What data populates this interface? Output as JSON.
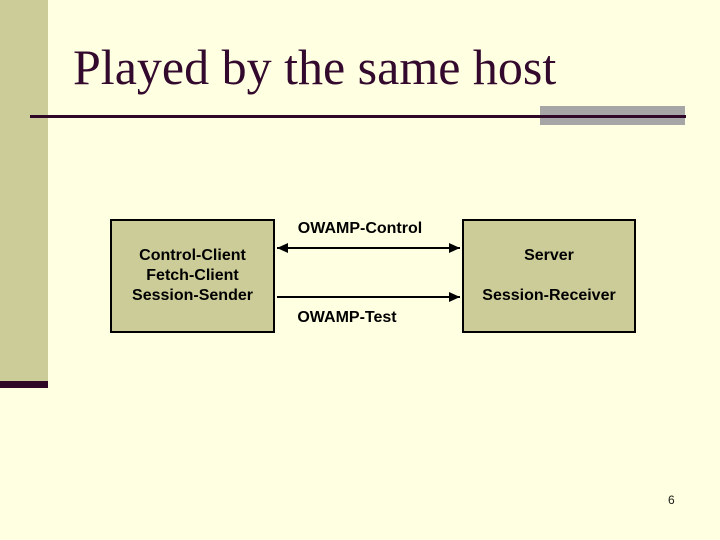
{
  "slide": {
    "title": "Played by the same host",
    "page_number": "6"
  },
  "diagram": {
    "left_box": {
      "lines": [
        "Control-Client",
        "Fetch-Client",
        "Session-Sender"
      ]
    },
    "right_box": {
      "lines": [
        "Server",
        "",
        "Session-Receiver"
      ]
    },
    "arrows": [
      {
        "label": "OWAMP-Control",
        "direction": "bidirectional"
      },
      {
        "label": "OWAMP-Test",
        "direction": "left-to-right"
      }
    ]
  },
  "colors": {
    "background": "#FFFFE1",
    "accent_olive": "#CCCC99",
    "title": "#330A2E",
    "rule": "#2E0826",
    "gray_bar": "#A6A6A6",
    "diagram_lines": "#000000"
  }
}
